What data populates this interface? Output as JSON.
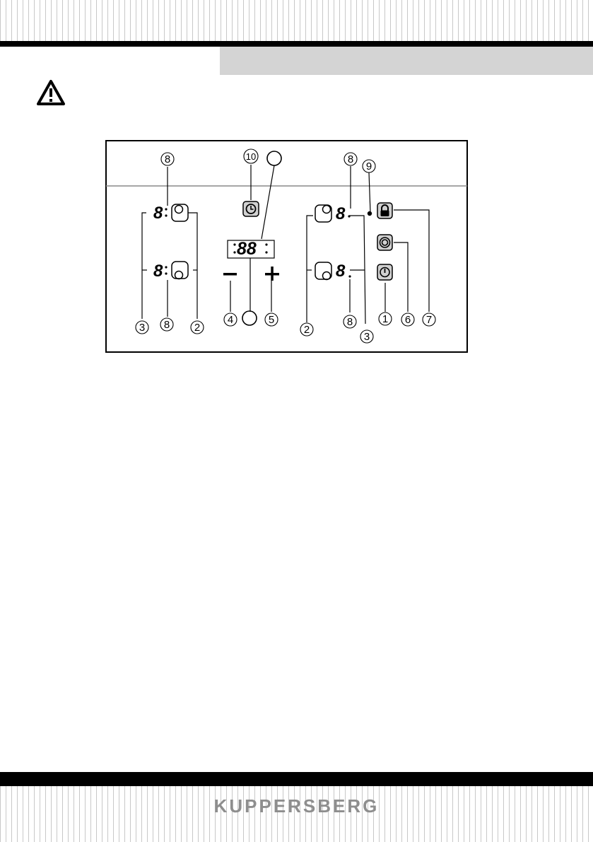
{
  "footer": {
    "brand": "KUPPERSBERG"
  },
  "diagram": {
    "callouts": {
      "top_left_8": "8",
      "timer_10": "10",
      "top_right_8": "8",
      "top_9": "9",
      "bottom_left_3": "3",
      "bottom_left_8": "8",
      "bottom_left_2": "2",
      "bottom_4": "4",
      "bottom_5": "5",
      "bottom_right_2": "2",
      "bottom_right_8": "8",
      "bottom_right_3": "3",
      "bottom_1": "1",
      "bottom_6": "6",
      "bottom_7": "7"
    },
    "icons": [
      "warning-icon",
      "timer-icon",
      "lock-icon",
      "boost-icon",
      "power-icon"
    ]
  }
}
